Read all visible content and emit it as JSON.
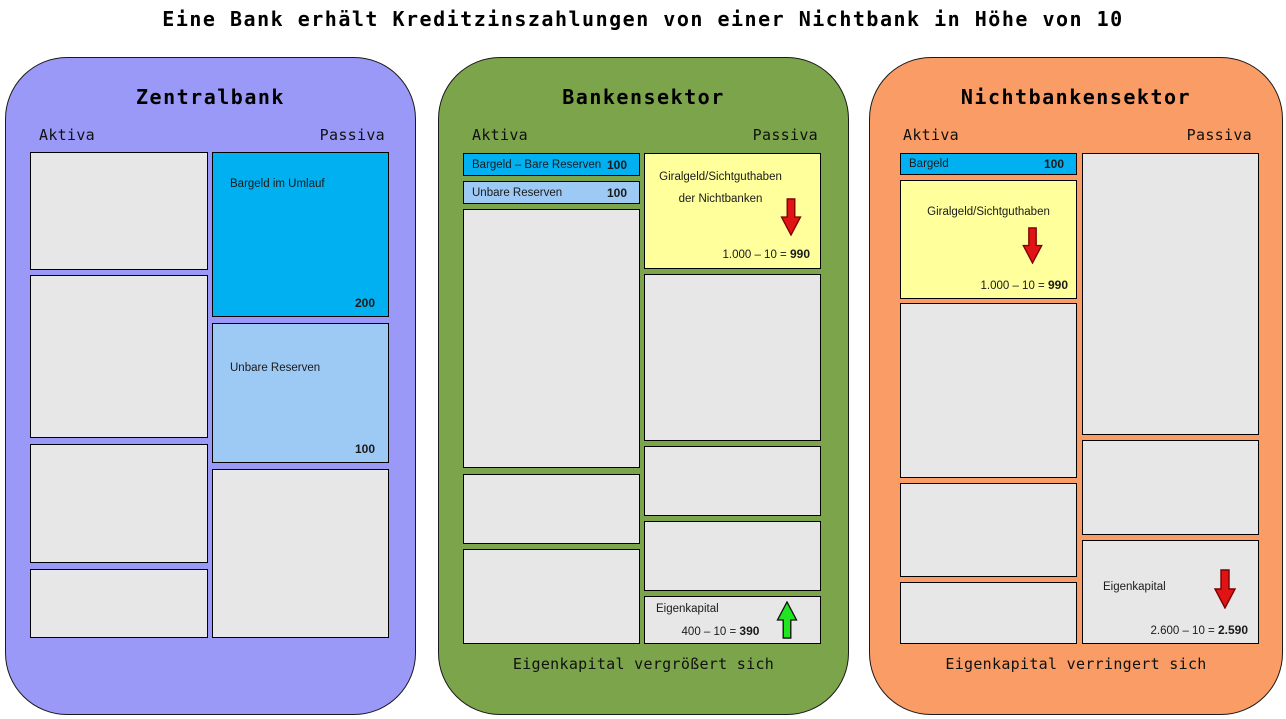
{
  "title": "Eine Bank erhält Kreditzinszahlungen von einer Nichtbank in Höhe von 10",
  "colors": {
    "zentralbank_bg": "#9a99f7",
    "bankensektor_bg": "#7ca44b",
    "nichtbankensektor_bg": "#fa9c65",
    "bargeld_cyan": "#00b0f0",
    "reserven_lightblue": "#9dc9f5",
    "giralgeld_yellow": "#ffff9c",
    "empty_box_gray": "#e7e7e7",
    "arrow_red": "#e01414",
    "arrow_green": "#22e522"
  },
  "zentralbank": {
    "title": "Zentralbank",
    "aktiva_label": "Aktiva",
    "passiva_label": "Passiva",
    "passiva": {
      "bargeld_im_umlauf": {
        "label": "Bargeld im Umlauf",
        "value": "200"
      },
      "unbare_reserven": {
        "label": "Unbare Reserven",
        "value": "100"
      }
    }
  },
  "bankensektor": {
    "title": "Bankensektor",
    "aktiva_label": "Aktiva",
    "passiva_label": "Passiva",
    "aktiva": {
      "bare_reserven": {
        "label": "Bargeld – Bare Reserven",
        "value": "100"
      },
      "unbare_reserven": {
        "label": "Unbare Reserven",
        "value": "100"
      }
    },
    "passiva": {
      "giralgeld": {
        "label_line1": "Giralgeld/Sichtguthaben",
        "label_line2": "der Nichtbanken",
        "arrow": "red-down",
        "equation": "1.000 – 10 =",
        "result": "990"
      },
      "eigenkapital": {
        "label": "Eigenkapital",
        "arrow": "green-up",
        "equation": "400 – 10 =",
        "result": "390"
      }
    },
    "caption": "Eigenkapital vergrößert sich"
  },
  "nichtbankensektor": {
    "title": "Nichtbankensektor",
    "aktiva_label": "Aktiva",
    "passiva_label": "Passiva",
    "aktiva": {
      "bargeld": {
        "label": "Bargeld",
        "value": "100"
      },
      "giralgeld": {
        "label": "Giralgeld/Sichtguthaben",
        "arrow": "red-down",
        "equation": "1.000 – 10 =",
        "result": "990"
      }
    },
    "passiva": {
      "eigenkapital": {
        "label": "Eigenkapital",
        "arrow": "red-down",
        "equation": "2.600 – 10 =",
        "result": "2.590"
      }
    },
    "caption": "Eigenkapital verringert sich"
  }
}
